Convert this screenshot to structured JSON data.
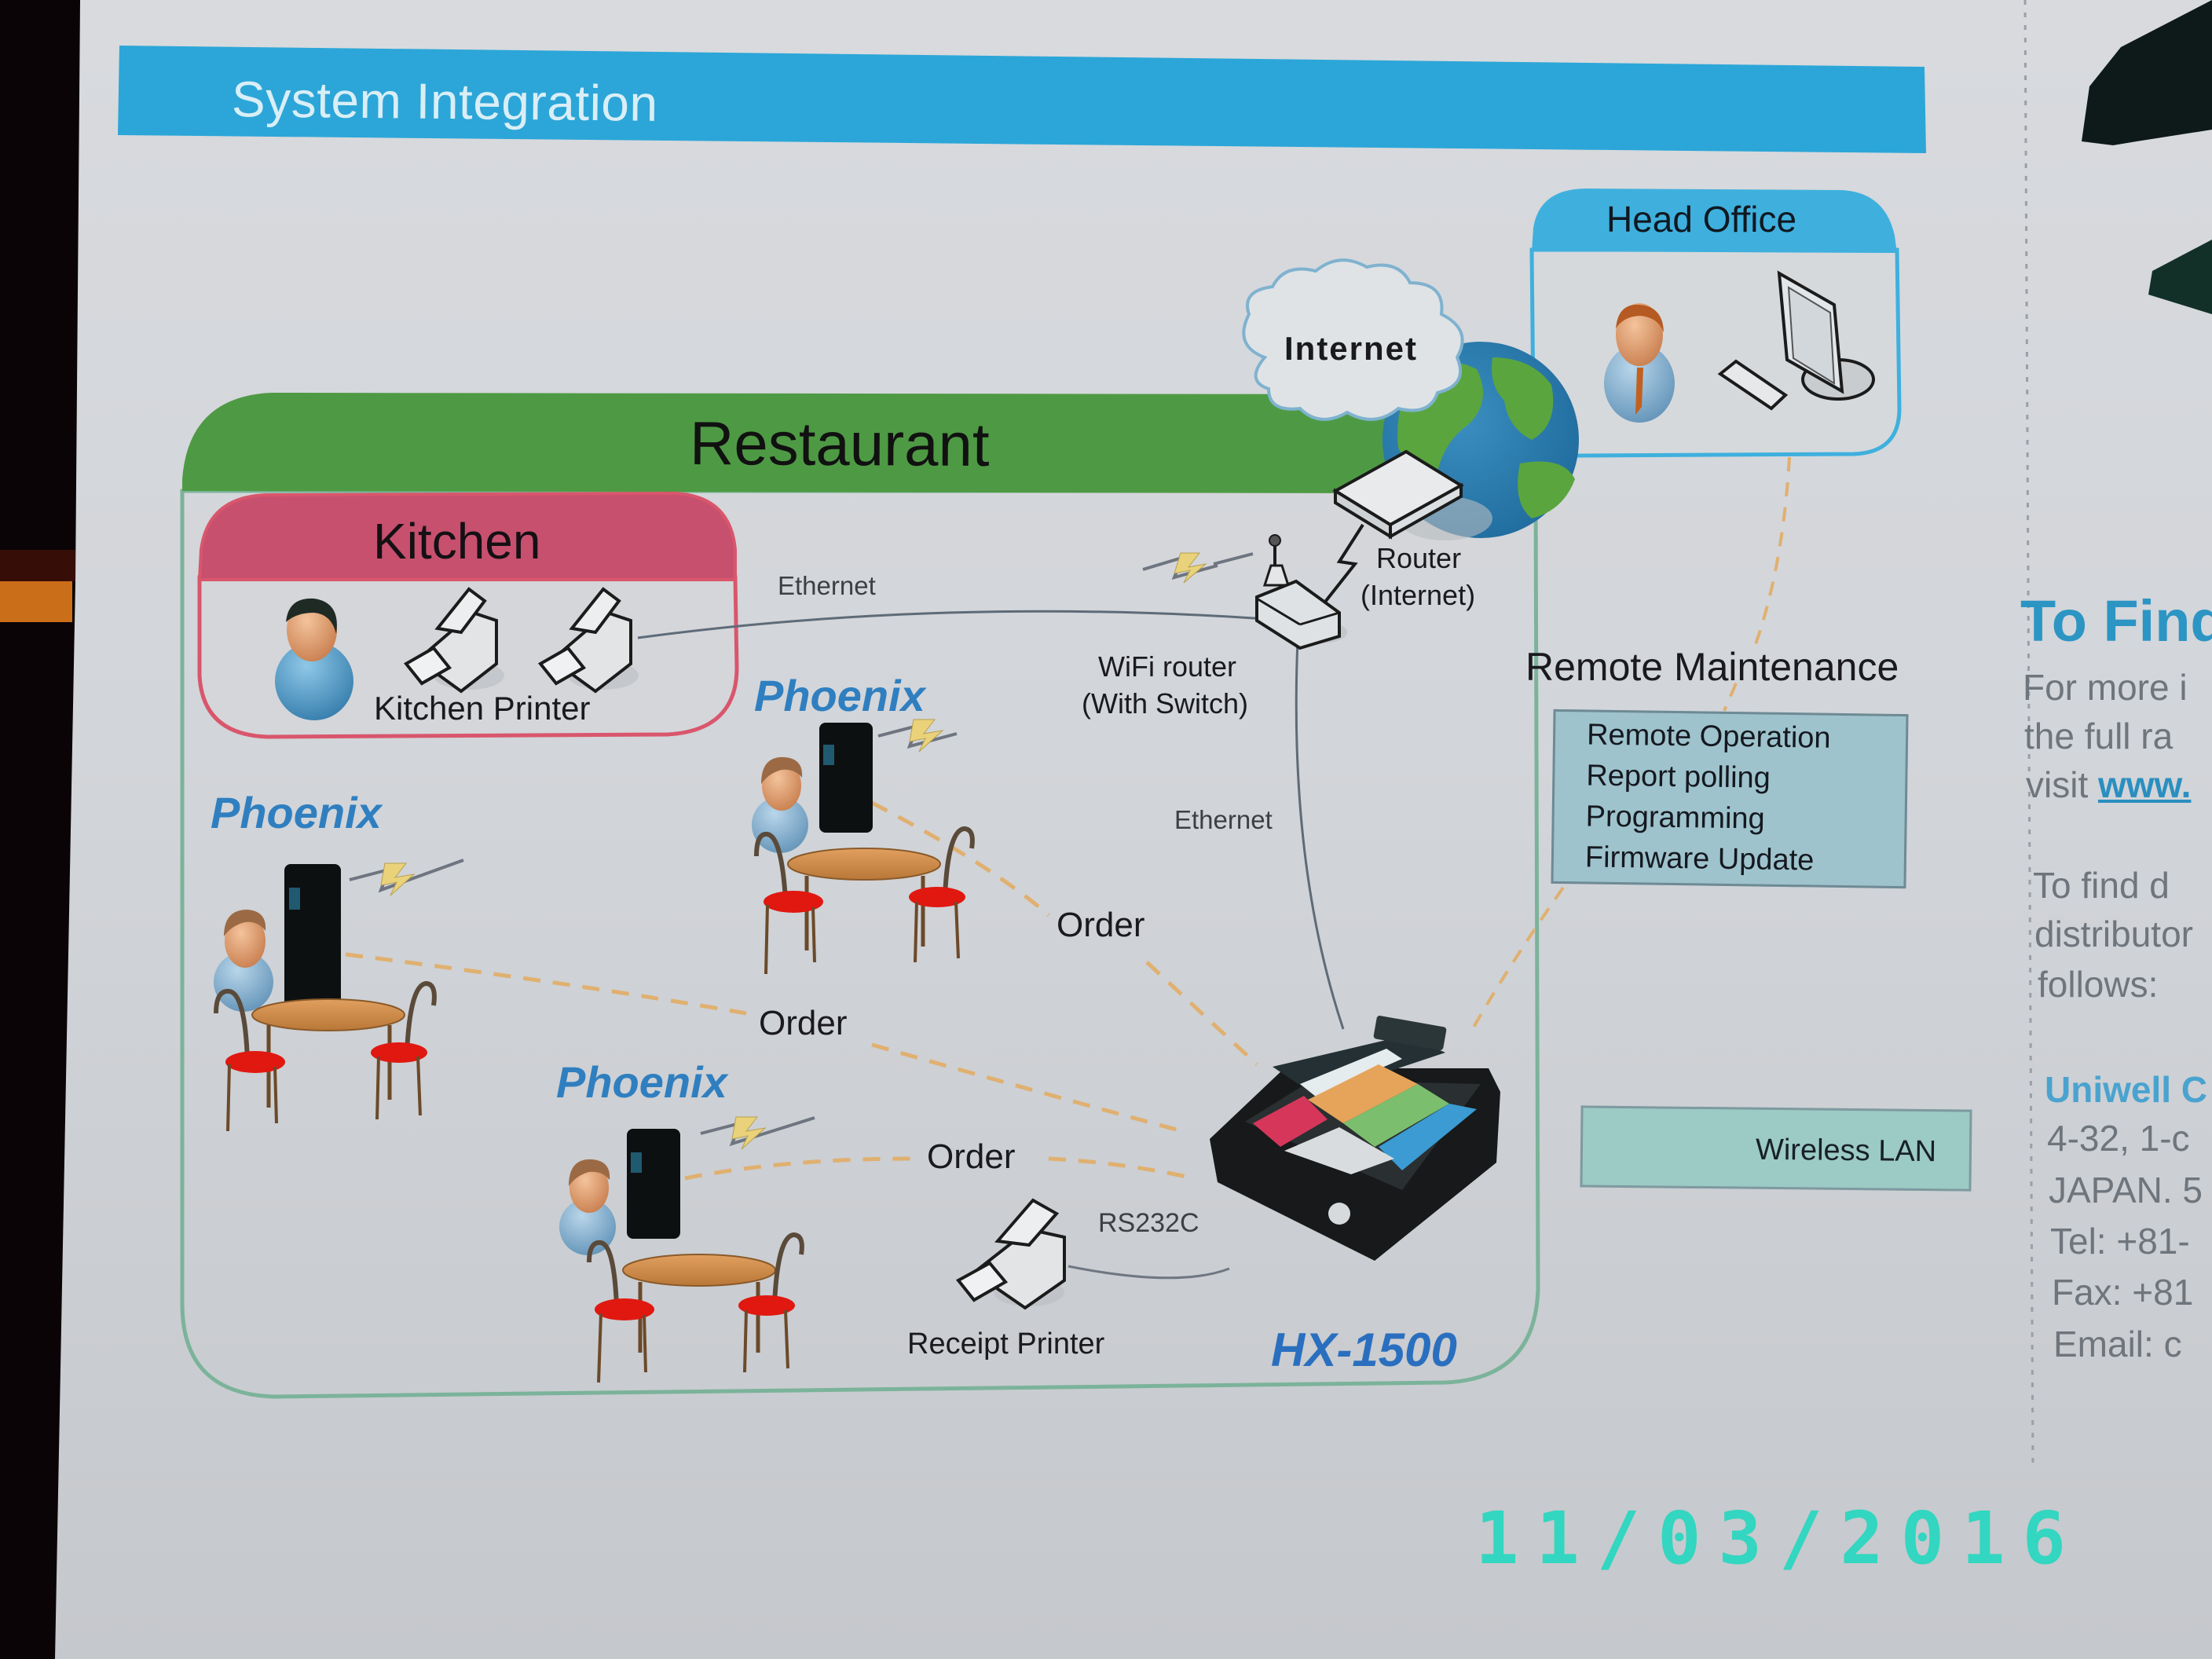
{
  "banner": {
    "title": "System Integration"
  },
  "diagram": {
    "restaurant": {
      "title": "Restaurant"
    },
    "kitchen": {
      "title": "Kitchen",
      "printer_label": "Kitchen Printer"
    },
    "head_office": {
      "title": "Head Office"
    },
    "internet": {
      "label": "Internet"
    },
    "router": {
      "label_line1": "Router",
      "label_line2": "(Internet)"
    },
    "wifi_router": {
      "label_line1": "WiFi router",
      "label_line2": "(With Switch)"
    },
    "connections": {
      "ethernet_kitchen": "Ethernet",
      "ethernet_pos": "Ethernet",
      "rs232c": "RS232C",
      "order_labels": [
        "Order",
        "Order",
        "Order"
      ]
    },
    "handhelds": [
      {
        "label": "Phoenix"
      },
      {
        "label": "Phoenix"
      },
      {
        "label": "Phoenix"
      }
    ],
    "pos": {
      "model": "HX-1500"
    },
    "receipt_printer": {
      "label": "Receipt Printer"
    },
    "remote_maintenance": {
      "title": "Remote Maintenance",
      "items": [
        "Remote Operation",
        "Report polling",
        "Programming",
        "Firmware Update"
      ]
    },
    "legend": {
      "wireless_lan": "Wireless LAN"
    }
  },
  "right_column": {
    "heading": "To Find",
    "lines": [
      "For more i",
      "the full ra"
    ],
    "visit_prefix": "visit ",
    "visit_link": "www.",
    "find_lines": [
      "To  find  d",
      "distributor",
      "follows:"
    ],
    "company": "Uniwell C",
    "address_lines": [
      "4-32,  1-c",
      "JAPAN. 5",
      "Tel:  +81-",
      "Fax: +81",
      "Email: c"
    ]
  },
  "photo_stamp": {
    "date": "11/03/2016"
  },
  "colors": {
    "banner": "#2ca6d8",
    "restaurant_header": "#4e9a44",
    "restaurant_border": "#7bb39a",
    "kitchen_header": "#c7506e",
    "kitchen_border": "#d9566c",
    "head_office": "#3fb0de",
    "phoenix_text": "#2f7fc0",
    "order_line": "#e0b070",
    "date_stamp": "#33d6c0"
  }
}
